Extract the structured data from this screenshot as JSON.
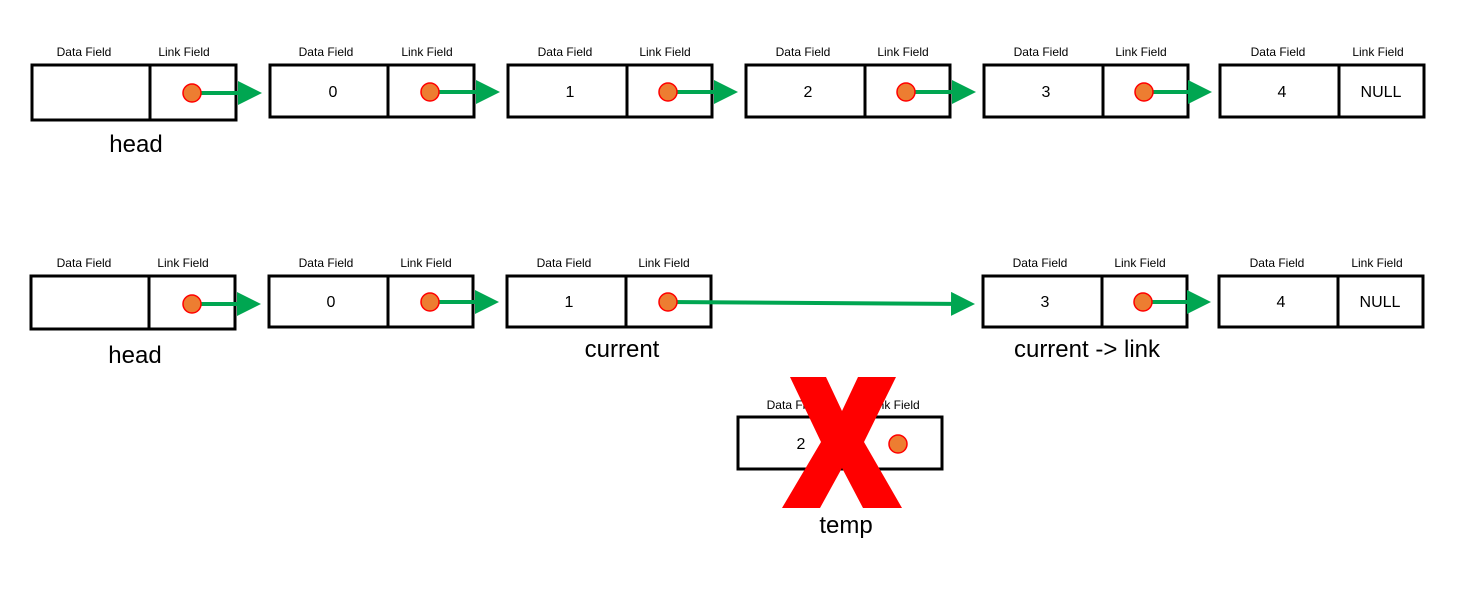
{
  "labels": {
    "data_field": "Data Field",
    "link_field": "Link Field"
  },
  "colors": {
    "arrow": "#00A651",
    "dot_fill": "#ED7D31",
    "dot_stroke": "#FF0000",
    "cross": "#FF0000",
    "border": "#000000"
  },
  "list_before": {
    "nodes": [
      {
        "data": "",
        "link": "pointer"
      },
      {
        "data": "0",
        "link": "pointer"
      },
      {
        "data": "1",
        "link": "pointer"
      },
      {
        "data": "2",
        "link": "pointer"
      },
      {
        "data": "3",
        "link": "pointer"
      },
      {
        "data": "4",
        "link": "NULL"
      }
    ],
    "head_label": "head"
  },
  "list_after": {
    "nodes": [
      {
        "data": "",
        "link": "pointer"
      },
      {
        "data": "0",
        "link": "pointer"
      },
      {
        "data": "1",
        "link": "pointer"
      },
      {
        "data": "3",
        "link": "pointer"
      },
      {
        "data": "4",
        "link": "NULL"
      }
    ],
    "head_label": "head",
    "current_label": "current",
    "current_link_label": "current -> link"
  },
  "removed_node": {
    "data": "2",
    "label": "temp"
  }
}
